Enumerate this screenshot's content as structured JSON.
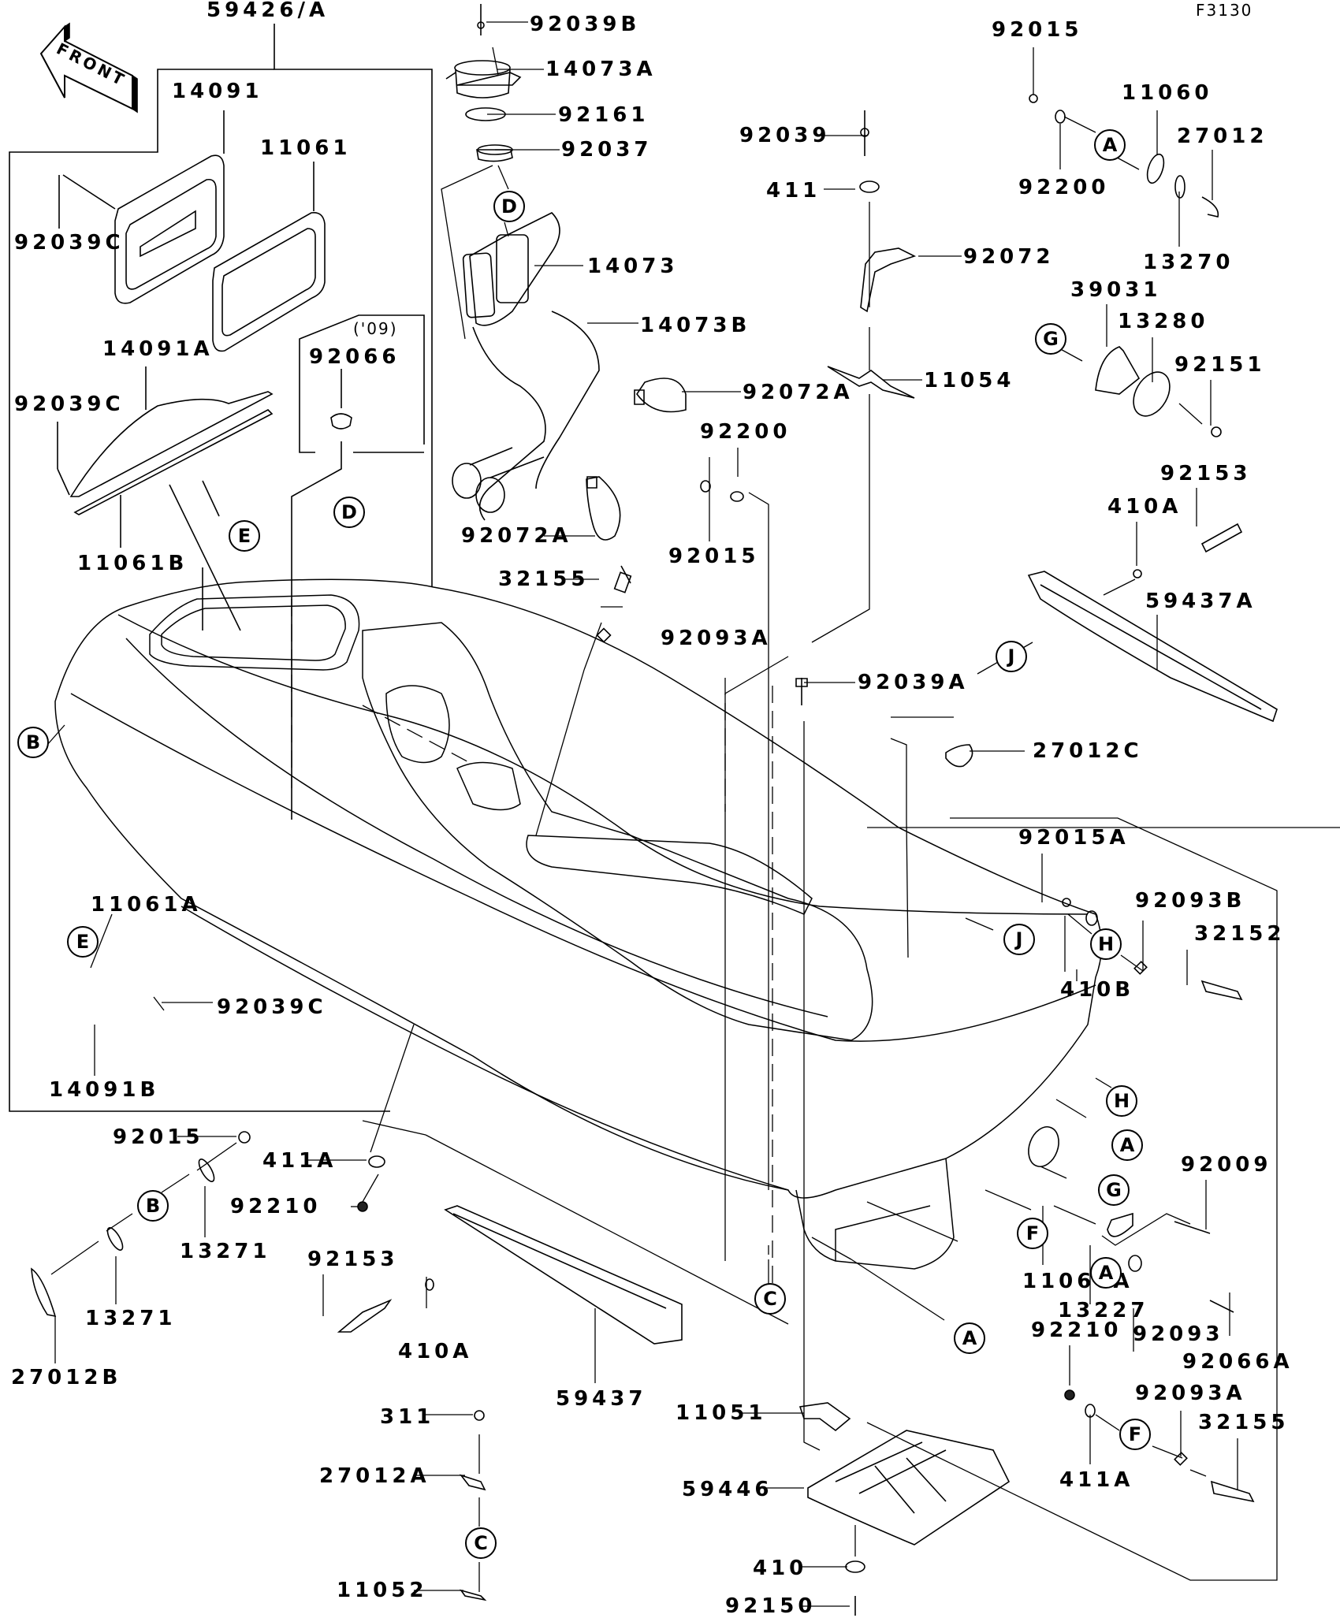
{
  "diagram": {
    "figure_code": "F3130",
    "front_arrow_text": "FRONT",
    "year_box_label": "('09)",
    "part_labels": [
      "59426/A",
      "14091",
      "11061",
      "92039C",
      "14091A",
      "92039C",
      "11061B",
      "92066",
      "92039B",
      "14073A",
      "92161",
      "92037",
      "14073",
      "14073B",
      "92072A",
      "92072A",
      "92200",
      "92015",
      "32155",
      "92093A",
      "92039",
      "411",
      "92072",
      "11054",
      "92039A",
      "27012C",
      "92015",
      "92200",
      "11060",
      "27012",
      "13270",
      "39031",
      "13280",
      "92151",
      "92153",
      "410A",
      "59437A",
      "92015A",
      "92093B",
      "32152",
      "410B",
      "92009",
      "11060A",
      "13227",
      "92093",
      "92066A",
      "92210",
      "92093A",
      "32155",
      "411A",
      "11061A",
      "92039C",
      "14091B",
      "92015",
      "411A",
      "92210",
      "13271",
      "13271",
      "27012B",
      "92153",
      "410A",
      "59437",
      "311",
      "27012A",
      "11052",
      "11051",
      "59446",
      "410",
      "92150"
    ],
    "reference_callouts": [
      "A",
      "D",
      "D",
      "E",
      "B",
      "G",
      "J",
      "J",
      "H",
      "H",
      "A",
      "G",
      "F",
      "C",
      "A",
      "E",
      "B",
      "F",
      "A",
      "C"
    ]
  }
}
